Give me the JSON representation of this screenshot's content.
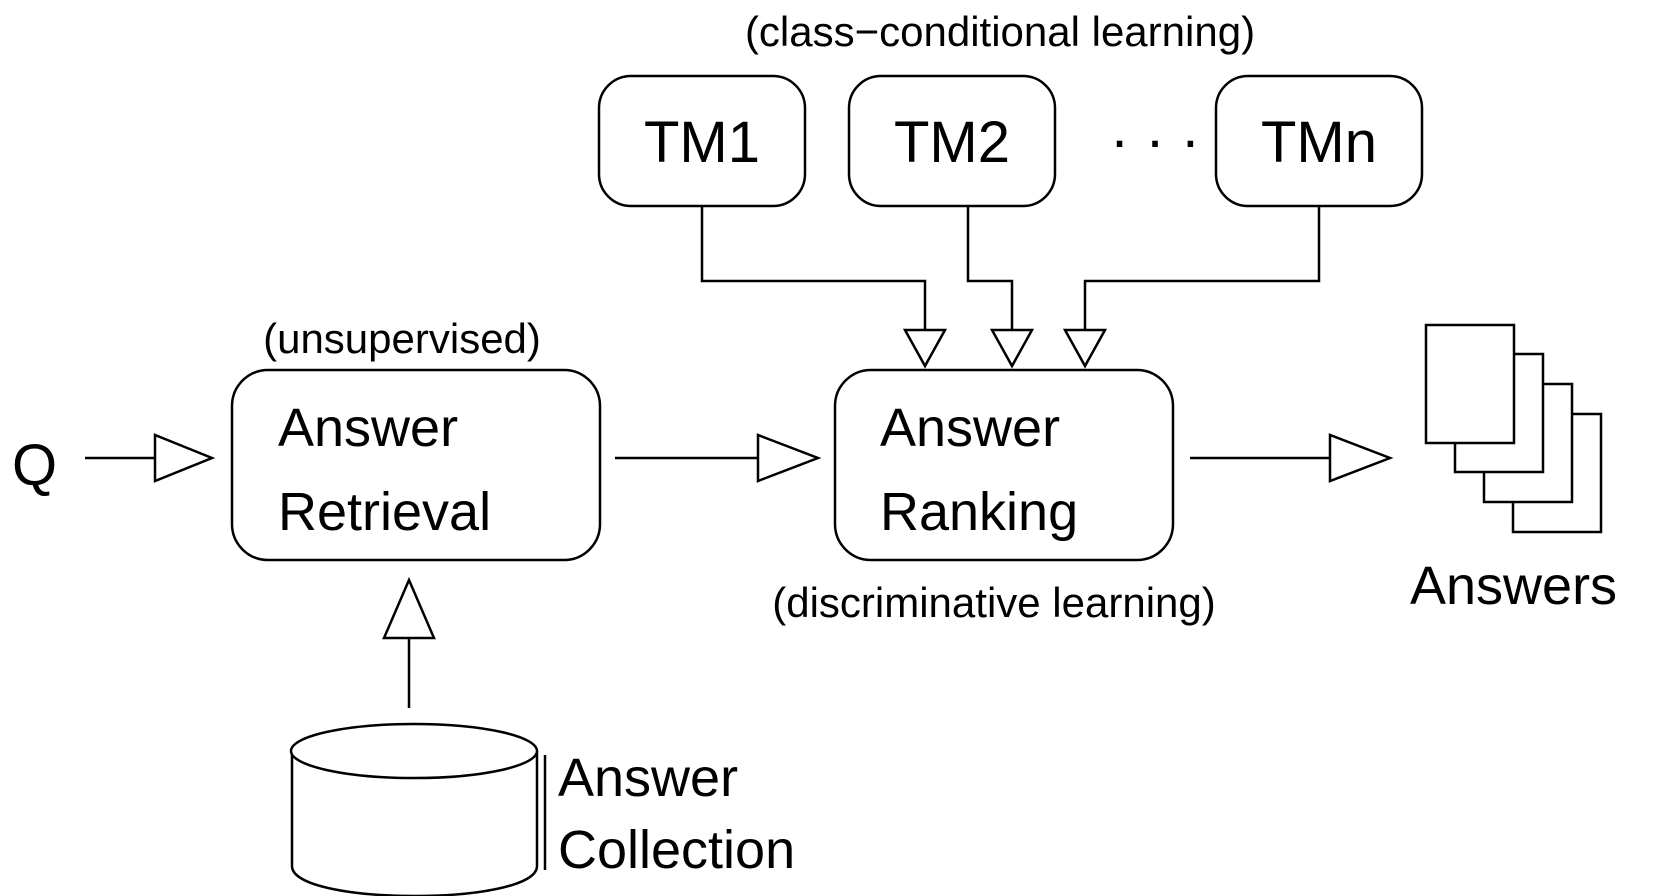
{
  "labels": {
    "class_conditional": "(class−conditional learning)",
    "unsupervised": "(unsupervised)",
    "discriminative": "(discriminative learning)",
    "query": "Q",
    "answers": "Answers",
    "ellipsis": "· · ·"
  },
  "nodes": {
    "tm1": "TM1",
    "tm2": "TM2",
    "tmn": "TMn",
    "retrieval_line1": "Answer",
    "retrieval_line2": "Retrieval",
    "ranking_line1": "Answer",
    "ranking_line2": "Ranking",
    "collection_line1": "Answer",
    "collection_line2": "Collection"
  }
}
